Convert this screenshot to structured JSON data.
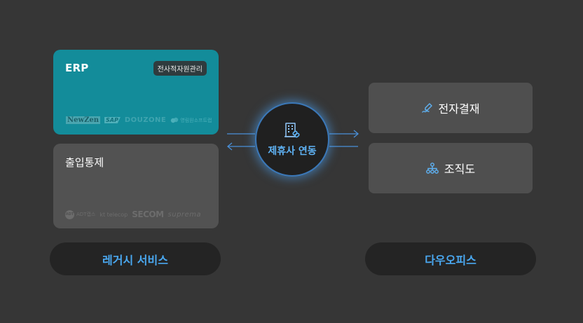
{
  "legacy": {
    "erp": {
      "title": "ERP",
      "badge": "전사적자원관리",
      "logos": [
        "NewZen",
        "SAP",
        "DOUZONE",
        "영림원소프트랩"
      ]
    },
    "access": {
      "title": "출입통제",
      "logos": [
        "ADT캡스",
        "kt telecop",
        "SECOM",
        "suprema"
      ],
      "adt_mark": "ADT"
    },
    "label": "레거시 서비스"
  },
  "hub": {
    "label": "제휴사 연동",
    "icon": "building-link-icon"
  },
  "office": {
    "approval": {
      "label": "전자결재",
      "icon": "approval-signature-icon"
    },
    "orgchart": {
      "label": "조직도",
      "icon": "org-chart-icon"
    },
    "label": "다우오피스"
  },
  "colors": {
    "background": "#363636",
    "erp_card": "#138c9a",
    "accent": "#4aa8f0",
    "pill": "#242424"
  }
}
